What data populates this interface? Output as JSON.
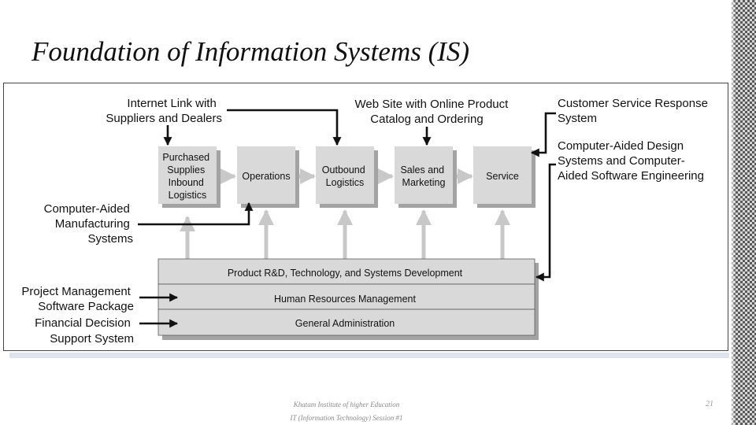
{
  "slide": {
    "title": "Foundation of Information Systems (IS)",
    "footer_lines": [
      "Khatam Institute of higher Education",
      "IT (Information Technology) Session #1"
    ],
    "page_number": "21"
  },
  "diagram": {
    "primary_activities": [
      {
        "lines": [
          "Purchased",
          "Supplies",
          "Inbound",
          "Logistics"
        ]
      },
      {
        "lines": [
          "Operations"
        ]
      },
      {
        "lines": [
          "Outbound",
          "Logistics"
        ]
      },
      {
        "lines": [
          "Sales and",
          "Marketing"
        ]
      },
      {
        "lines": [
          "Service"
        ]
      }
    ],
    "support_activities": [
      "Product R&D, Technology, and Systems Development",
      "Human Resources Management",
      "General Administration"
    ],
    "systems": {
      "internet_link": [
        "Internet Link with",
        "Suppliers and Dealers"
      ],
      "web_site": [
        "Web Site with Online Product",
        "Catalog and Ordering"
      ],
      "customer_service": [
        "Customer Service Response",
        "System"
      ],
      "cad": [
        "Computer-Aided Design",
        "Systems and Computer-",
        "Aided Software Engineering"
      ],
      "cam": [
        "Computer-Aided",
        "Manufacturing",
        "Systems"
      ],
      "project_mgmt": [
        "Project Management",
        "Software Package"
      ],
      "financial": [
        "Financial Decision",
        "Support System"
      ]
    }
  },
  "colors": {
    "box_fill": "#d9d9d9",
    "box_shadow": "#a3a3a3",
    "arrow_light": "#c8c8c8",
    "arrow_dark": "#111111"
  }
}
